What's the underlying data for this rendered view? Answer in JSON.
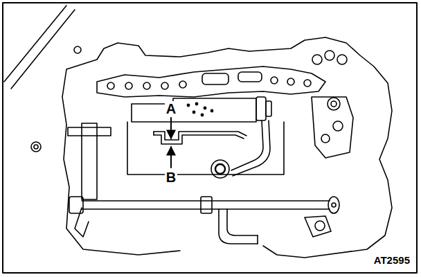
{
  "diagram": {
    "labels": [
      "A",
      "B",
      "AT2595"
    ]
  }
}
